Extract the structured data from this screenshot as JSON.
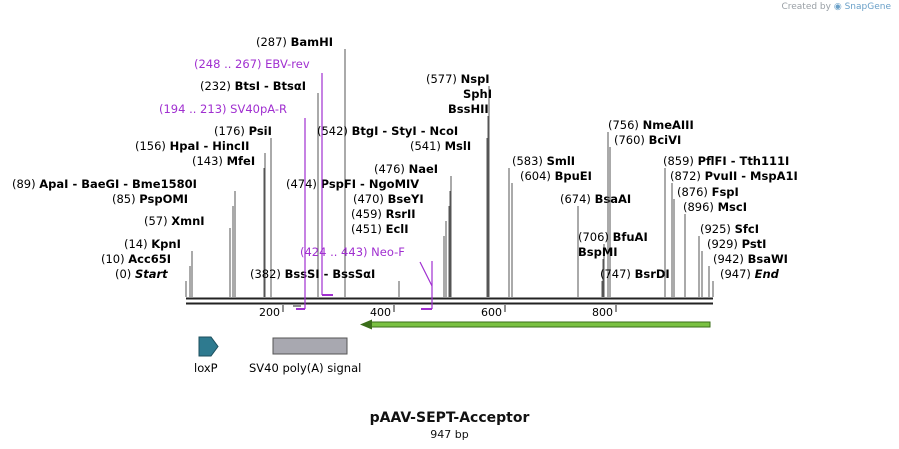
{
  "credit": {
    "prefix": "Created by",
    "brand": "SnapGene"
  },
  "plasmid": {
    "name": "pAAV-SEPT-Acceptor",
    "size": "947 bp"
  },
  "colors": {
    "primer": "#a02fd0",
    "loxp": "#2e7a8f",
    "polyA": "#a8a8b0",
    "arrow": "#7ac142",
    "arrow_outline": "#3b6e1a"
  },
  "ruler": {
    "ticks": [
      "200",
      "400",
      "600",
      "800"
    ]
  },
  "features": [
    {
      "name": "loxP",
      "type": "loxp",
      "icon": "arrow-right"
    },
    {
      "name": "SV40 poly(A) signal",
      "type": "polyA",
      "icon": "box"
    }
  ],
  "primers": [
    {
      "range": "(248 .. 267)",
      "name": "EBV-rev"
    },
    {
      "range": "(194 .. 213)",
      "name": "SV40pA-R"
    },
    {
      "range": "(424 .. 443)",
      "name": "Neo-F"
    }
  ],
  "sites": [
    {
      "pos": "(287)",
      "parts": [
        "BamHI"
      ]
    },
    {
      "pos": "(232)",
      "parts": [
        "BtsI",
        " - ",
        "BtsαI"
      ]
    },
    {
      "pos": "(176)",
      "parts": [
        "PsiI"
      ]
    },
    {
      "pos": "(156)",
      "parts": [
        "HpaI",
        " - ",
        "HincII"
      ]
    },
    {
      "pos": "(143)",
      "parts": [
        "MfeI"
      ]
    },
    {
      "pos": "(89)",
      "parts": [
        "ApaI",
        " - ",
        "BaeGI",
        " - ",
        "Bme1580I"
      ]
    },
    {
      "pos": "(85)",
      "parts": [
        "PspOMI"
      ]
    },
    {
      "pos": "(57)",
      "parts": [
        "XmnI"
      ]
    },
    {
      "pos": "(14)",
      "parts": [
        "KpnI"
      ]
    },
    {
      "pos": "(10)",
      "parts": [
        "Acc65I"
      ]
    },
    {
      "pos": "(0)",
      "parts": [
        "Start"
      ],
      "italic": true
    },
    {
      "pos": "(382)",
      "parts": [
        "BssSI",
        " - ",
        "BssSαI"
      ]
    },
    {
      "pos": "(577)",
      "parts": [
        "NspI"
      ]
    },
    {
      "pos": "",
      "parts": [
        "SphI"
      ]
    },
    {
      "pos": "",
      "parts": [
        "BssHII"
      ]
    },
    {
      "pos": "(542)",
      "parts": [
        "BtgI",
        " - ",
        "StyI",
        " - ",
        "NcoI"
      ]
    },
    {
      "pos": "(541)",
      "parts": [
        "MslI"
      ]
    },
    {
      "pos": "(476)",
      "parts": [
        "NaeI"
      ]
    },
    {
      "pos": "(474)",
      "parts": [
        "PspFI",
        " - ",
        "NgoMIV"
      ]
    },
    {
      "pos": "(470)",
      "parts": [
        "BseYI"
      ]
    },
    {
      "pos": "(459)",
      "parts": [
        "RsrII"
      ]
    },
    {
      "pos": "(451)",
      "parts": [
        "EclI"
      ]
    },
    {
      "pos": "(583)",
      "parts": [
        "SmlI"
      ]
    },
    {
      "pos": "(604)",
      "parts": [
        "BpuEI"
      ]
    },
    {
      "pos": "(674)",
      "parts": [
        "BsaAI"
      ]
    },
    {
      "pos": "(756)",
      "parts": [
        "NmeAIII"
      ]
    },
    {
      "pos": "(760)",
      "parts": [
        "BciVI"
      ]
    },
    {
      "pos": "(706)",
      "parts": [
        "BfuAI"
      ]
    },
    {
      "pos": "",
      "parts": [
        "BspMI"
      ]
    },
    {
      "pos": "(747)",
      "parts": [
        "BsrDI"
      ]
    },
    {
      "pos": "(859)",
      "parts": [
        "PflFI",
        " - ",
        "Tth111I"
      ]
    },
    {
      "pos": "(872)",
      "parts": [
        "PvuII",
        " - ",
        "MspA1I"
      ]
    },
    {
      "pos": "(876)",
      "parts": [
        "FspI"
      ]
    },
    {
      "pos": "(896)",
      "parts": [
        "MscI"
      ]
    },
    {
      "pos": "(925)",
      "parts": [
        "SfcI"
      ]
    },
    {
      "pos": "(929)",
      "parts": [
        "PstI"
      ]
    },
    {
      "pos": "(942)",
      "parts": [
        "BsaWI"
      ]
    },
    {
      "pos": "(947)",
      "parts": [
        "End"
      ],
      "italic": true
    }
  ]
}
